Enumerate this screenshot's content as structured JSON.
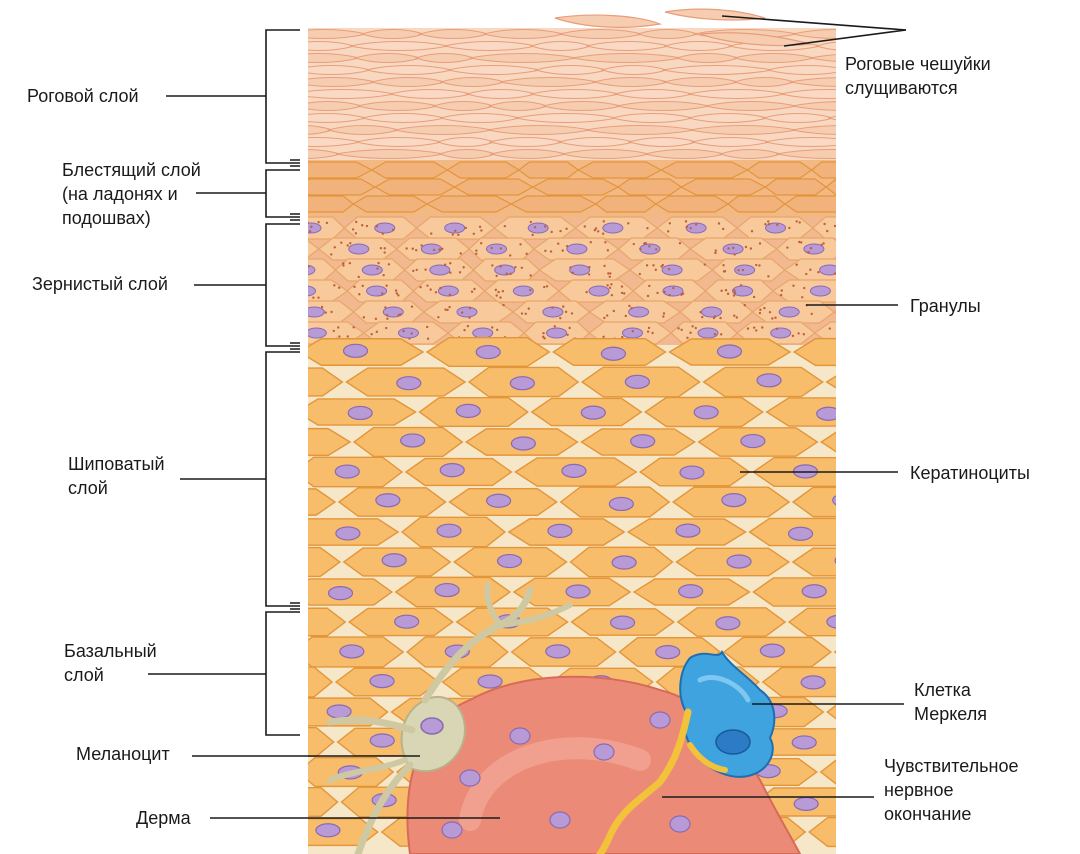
{
  "labels": {
    "stratum_corneum": [
      "Роговой слой"
    ],
    "stratum_lucidum": [
      "Блестящий слой",
      "(на ладонях и",
      "подошвах)"
    ],
    "stratum_granulosum": [
      "Зернистый слой"
    ],
    "stratum_spinosum": [
      "Шиповатый",
      "слой"
    ],
    "stratum_basale": [
      "Базальный",
      "слой"
    ],
    "melanocyte": [
      "Меланоцит"
    ],
    "dermis": [
      "Дерма"
    ],
    "scales_shed": [
      "Роговые чешуйки",
      "слущиваются"
    ],
    "granules": [
      "Гранулы"
    ],
    "keratinocytes": [
      "Кератиноциты"
    ],
    "merkel_cell": [
      "Клетка",
      "Меркеля"
    ],
    "nerve_ending": [
      "Чувствительное",
      "нервное",
      "окончание"
    ]
  },
  "colors": {
    "corneum": "#f6cdb0",
    "corneum_line": "#e89e7a",
    "lucidum": "#f2b27b",
    "granulosum": "#f8c99a",
    "spinosum": "#f7bd6a",
    "cell_border": "#e3953a",
    "nucleus": "#b79ad6",
    "dermis": "#ec8a78",
    "melanocyte": "#d9d6b6",
    "merkel": "#3fa3e0",
    "nerve": "#f2c23a"
  }
}
